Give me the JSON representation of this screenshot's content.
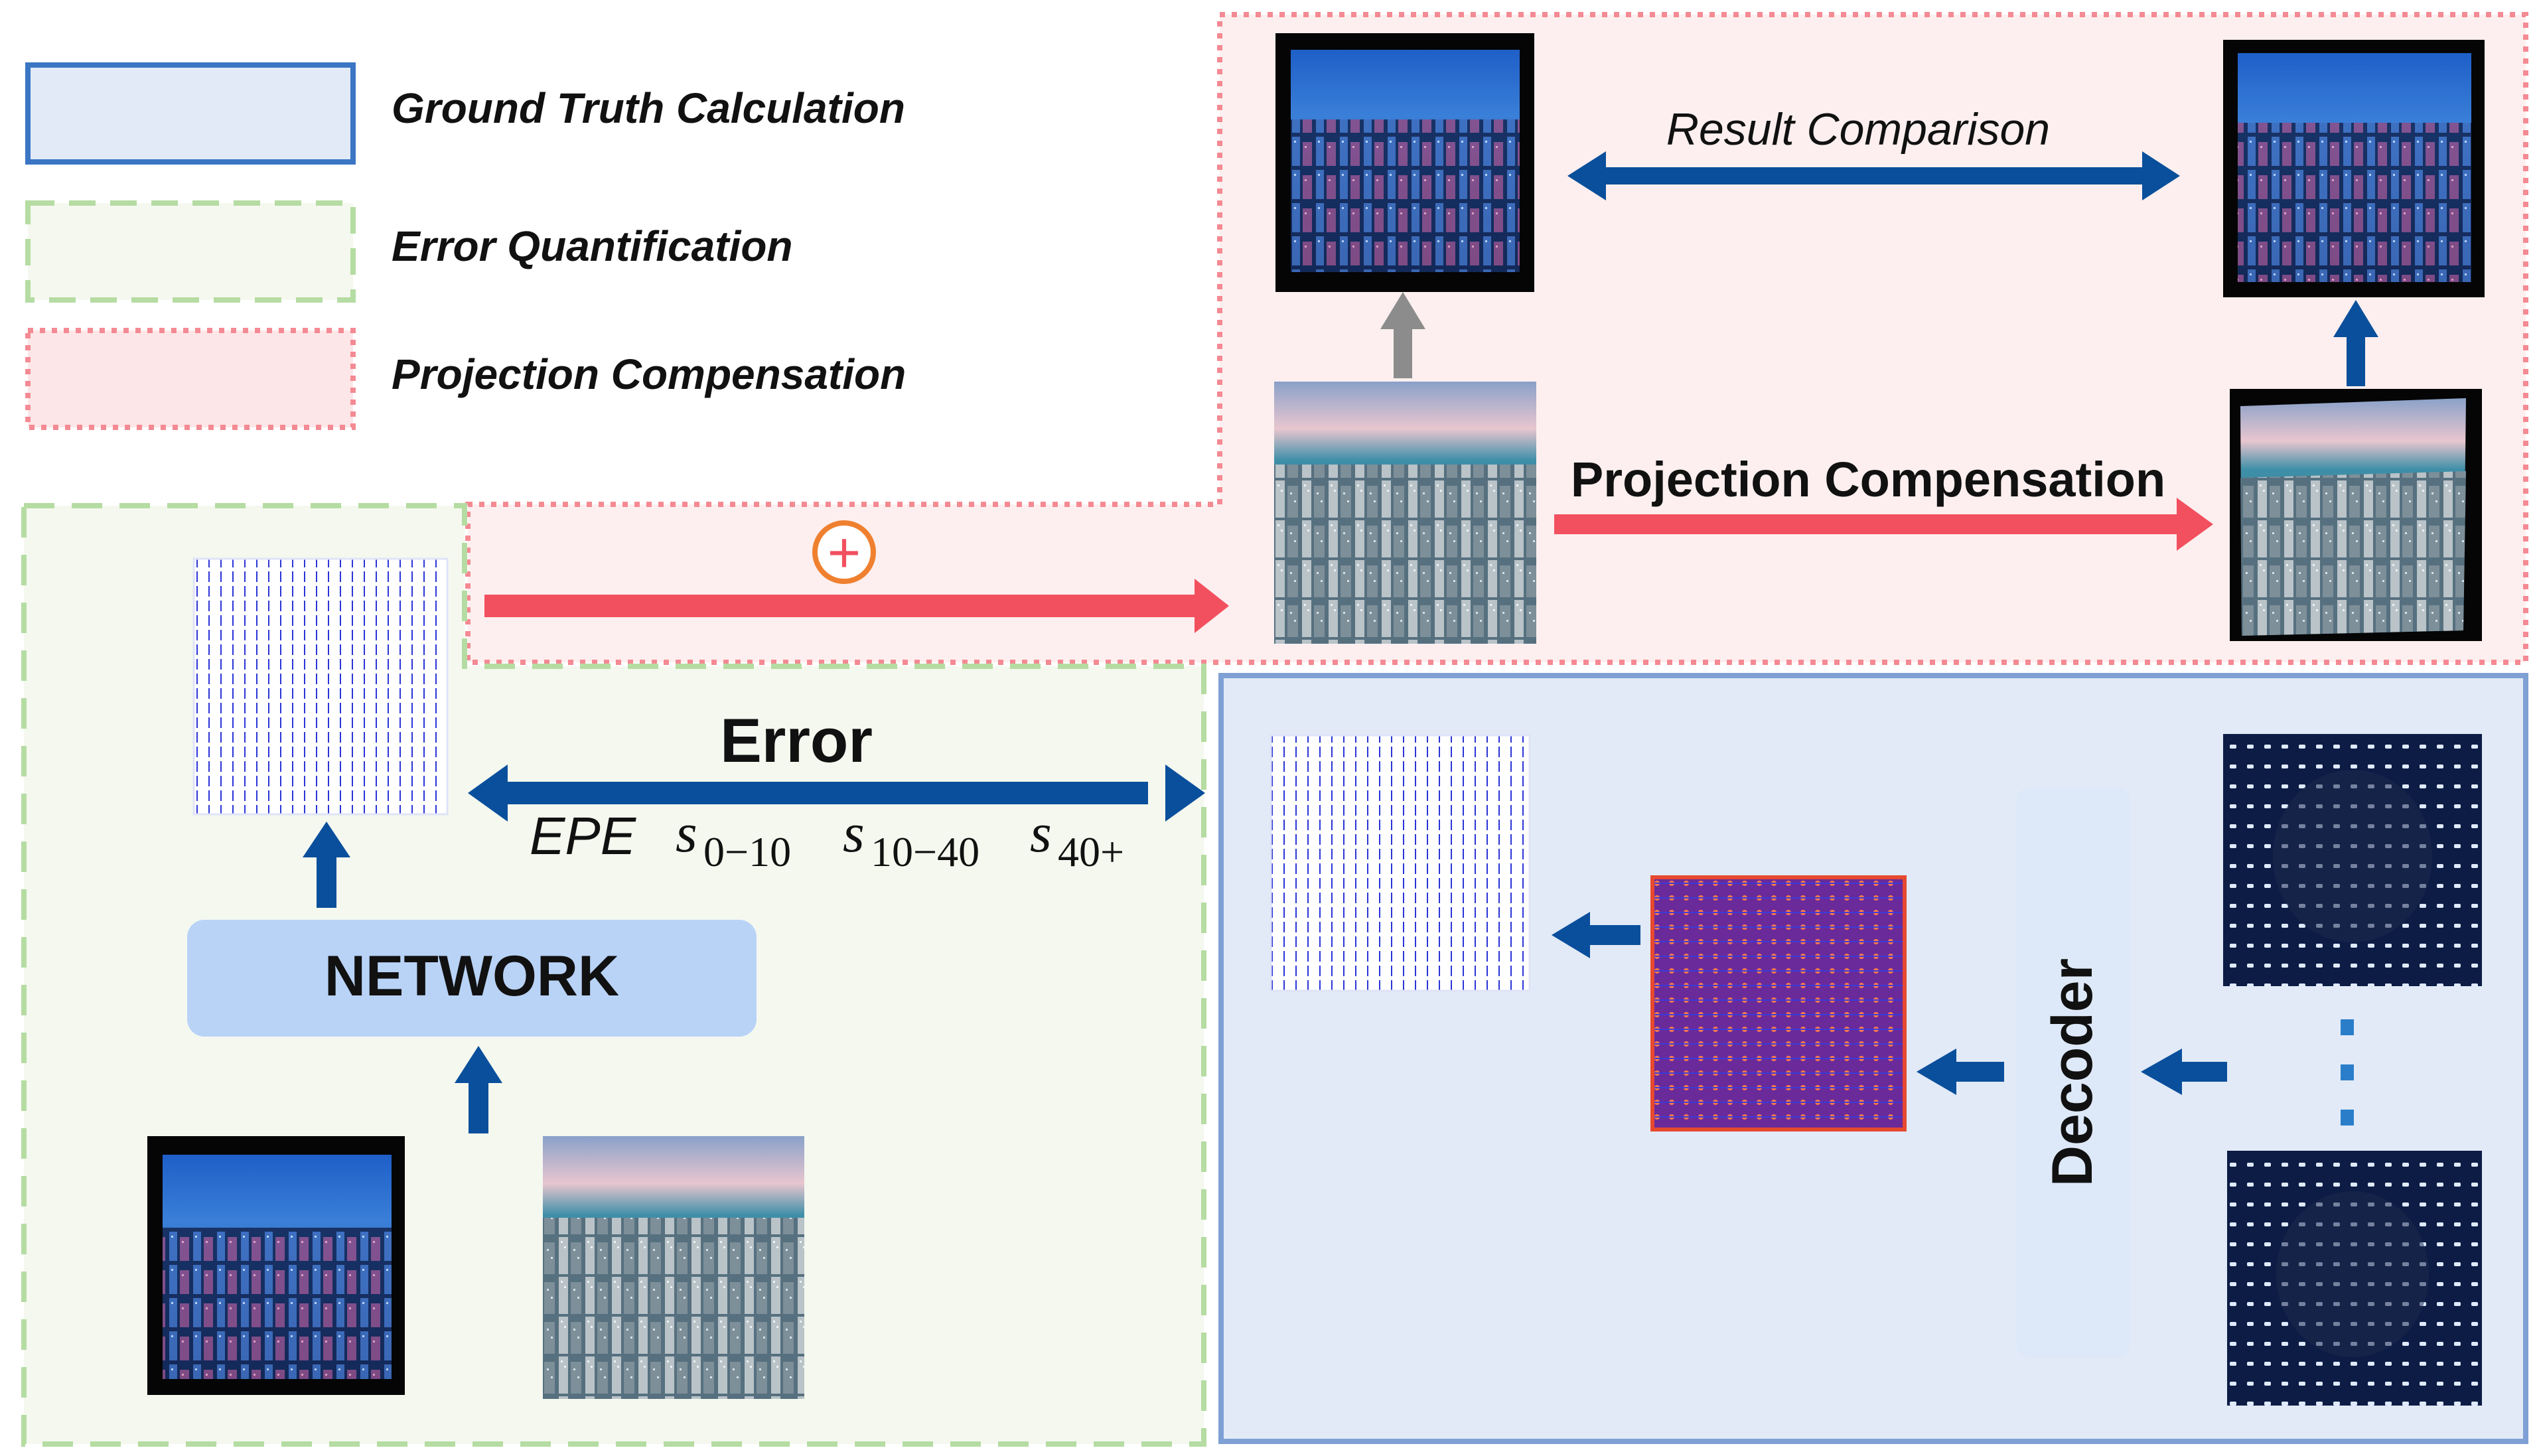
{
  "legend": {
    "items": [
      {
        "label": "Ground Truth Calculation",
        "style": "solid-blue"
      },
      {
        "label": "Error Quantification",
        "style": "dashed-green"
      },
      {
        "label": "Projection Compensation",
        "style": "dotted-red"
      }
    ]
  },
  "colors": {
    "blue_border": "#3a76c4",
    "blue_fill": "#e2eaf7",
    "green_border": "#b5dca2",
    "green_fill": "#f4f8ef",
    "red_border": "#f48a93",
    "red_fill": "#fdefef",
    "arrow_blue": "#0a4f9c",
    "arrow_red": "#f2505f",
    "arrow_gray": "#8c8c8c",
    "network_fill": "#b9d3f7",
    "decoder_fill": "#dde9f8",
    "plus_circle": "#ef8030"
  },
  "labels": {
    "result_comparison": "Result Comparison",
    "projection_compensation": "Projection Compensation",
    "error": "Error",
    "epe": "EPE",
    "s1_base": "s",
    "s1_sub": "0−10",
    "s2_base": "s",
    "s2_sub": "10−40",
    "s3_base": "s",
    "s3_sub": "40+",
    "network": "NETWORK",
    "decoder": "Decoder",
    "plus": "+"
  }
}
